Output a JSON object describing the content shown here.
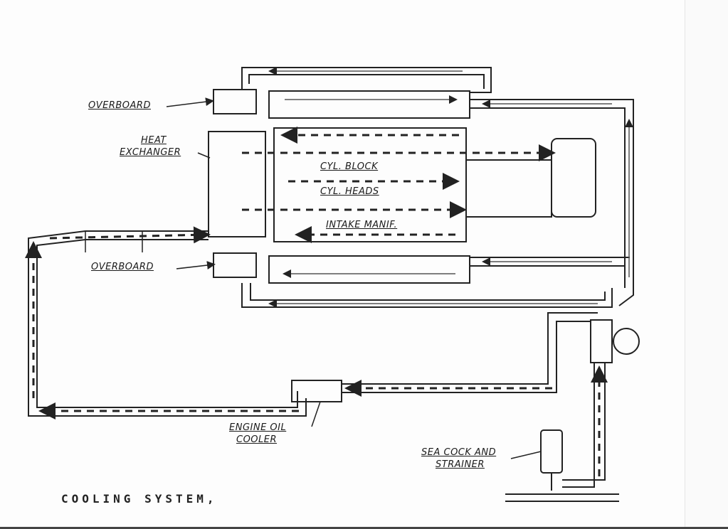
{
  "labels": {
    "overboard_top": "OVERBOARD",
    "heat_exchanger_1": "HEAT",
    "heat_exchanger_2": "EXCHANGER",
    "cyl_block": "CYL. BLOCK",
    "cyl_heads": "CYL. HEADS",
    "intake": "INTAKE MANIF.",
    "overboard_bottom": "OVERBOARD",
    "oil_cooler_1": "ENGINE OIL",
    "oil_cooler_2": "COOLER",
    "sea_cock_1": "SEA COCK AND",
    "sea_cock_2": "STRAINER"
  },
  "title": "COOLING SYSTEM,"
}
